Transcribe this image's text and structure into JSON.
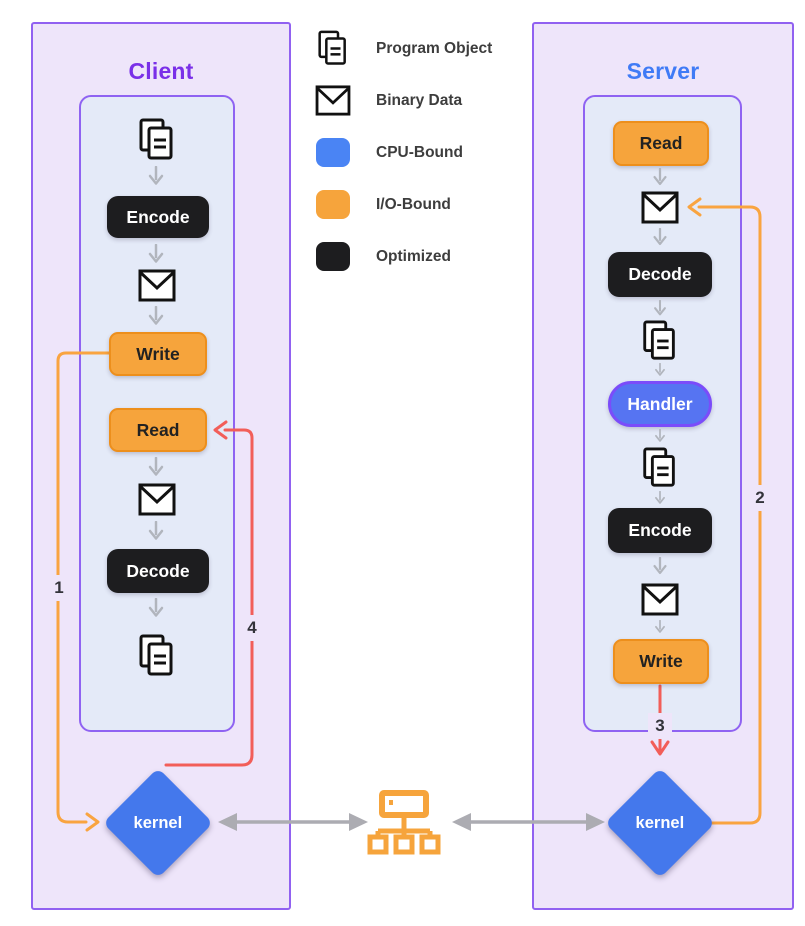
{
  "client": {
    "title": "Client",
    "nodes": {
      "encode": "Encode",
      "write": "Write",
      "read": "Read",
      "decode": "Decode"
    },
    "kernel_label": "kernel"
  },
  "server": {
    "title": "Server",
    "nodes": {
      "read": "Read",
      "decode": "Decode",
      "handler": "Handler",
      "encode": "Encode",
      "write": "Write"
    },
    "kernel_label": "kernel"
  },
  "legend": {
    "items": [
      {
        "icon": "program-object-icon",
        "label": "Program Object"
      },
      {
        "icon": "binary-data-icon",
        "label": "Binary Data"
      },
      {
        "icon": "cpu-bound-swatch",
        "label": "CPU-Bound"
      },
      {
        "icon": "io-bound-swatch",
        "label": "I/O-Bound"
      },
      {
        "icon": "optimized-swatch",
        "label": "Optimized"
      }
    ]
  },
  "flow_labels": {
    "one": "1",
    "two": "2",
    "three": "3",
    "four": "4"
  },
  "colors": {
    "panel_fill": "#EEE5FA",
    "panel_border": "#9161F1",
    "inner_fill": "#E4EAF8",
    "client_title": "#7A30E8",
    "server_title": "#3F7BF6",
    "io_orange": "#F6A43C",
    "cpu_blue": "#4A84F4",
    "optimized_black": "#1D1D1F",
    "handler_fill": "#5674F2",
    "handler_border": "#7B4CFA",
    "kernel_blue": "#4478EC",
    "red_line": "#F25E59",
    "orange_line": "#F9A440",
    "gray_arrow": "#ACACB2"
  }
}
